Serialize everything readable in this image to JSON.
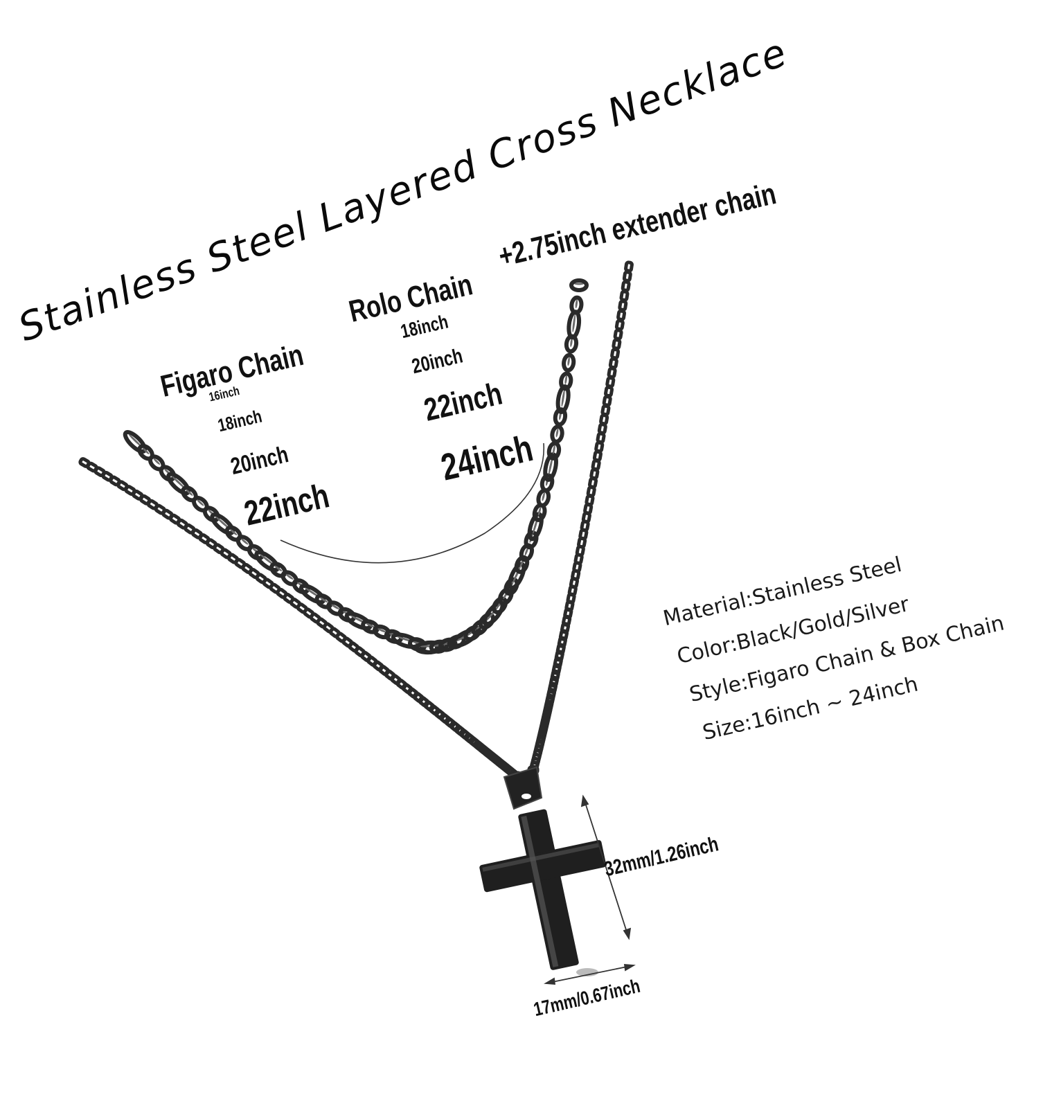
{
  "title": "Stainless Steel Layered Cross Necklace",
  "extender": "+2.75inch extender chain",
  "figaro": {
    "heading": "Figaro Chain",
    "sizes": [
      "16inch",
      "18inch",
      "20inch",
      "22inch"
    ]
  },
  "rolo": {
    "heading": "Rolo Chain",
    "sizes": [
      "18inch",
      "20inch",
      "22inch",
      "24inch"
    ]
  },
  "specs": {
    "material": "Material:Stainless Steel",
    "color": "Color:Black/Gold/Silver",
    "style": "Style:Figaro Chain & Box Chain",
    "size": "Size:16inch ~ 24inch"
  },
  "dimensions": {
    "height": "32mm/1.26inch",
    "width": "17mm/0.67inch"
  },
  "colors": {
    "chain": "#2a2a2a",
    "chain_highlight": "#6a6a6a",
    "cross": "#1e1e1e",
    "text": "#111111",
    "background": "#ffffff"
  }
}
